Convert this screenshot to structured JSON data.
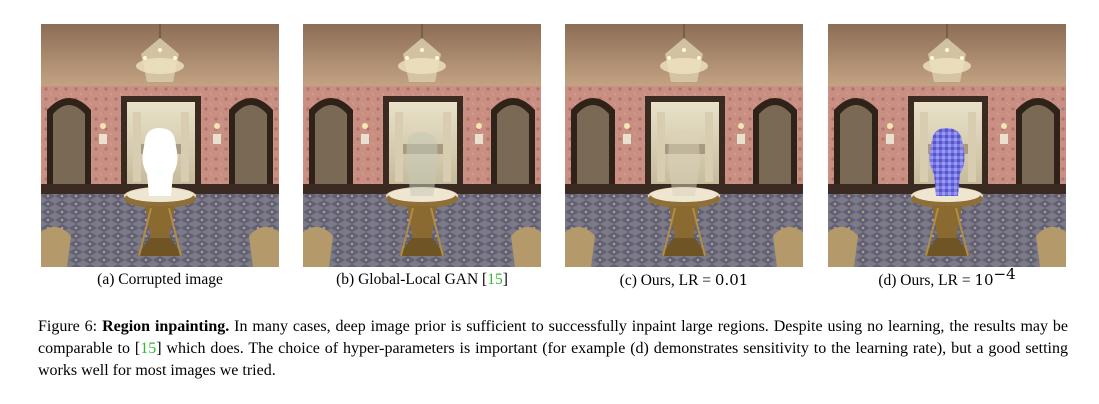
{
  "panels": [
    {
      "prefix": "(a) Corrupted image"
    },
    {
      "prefix": "(b) Global-Local GAN [",
      "cite": "15",
      "suffix": "]"
    },
    {
      "prefix": "(c) Ours, LR = ",
      "value": "0.01"
    },
    {
      "prefix": "(d) Ours, LR = ",
      "base": "10",
      "exp": "−4"
    }
  ],
  "caption": {
    "label": "Figure 6:",
    "title": "Region inpainting.",
    "text1": "In many cases, deep image prior is sufficient to successfully inpaint large regions. Despite using no learning, the results may be comparable to [",
    "cite": "15",
    "text2": "] which does. The choice of hyper-parameters is important (for example (d) demonstrates sensitivity to the learning rate), but a good setting works well for most images we tried."
  },
  "colors": {
    "citation": "#33b833",
    "wall": "#c98f82",
    "ceiling": "#a98a70",
    "floor": "#7c7a85",
    "white_hole": "#ffffff",
    "blue_artifact": "#6f6fe0"
  }
}
